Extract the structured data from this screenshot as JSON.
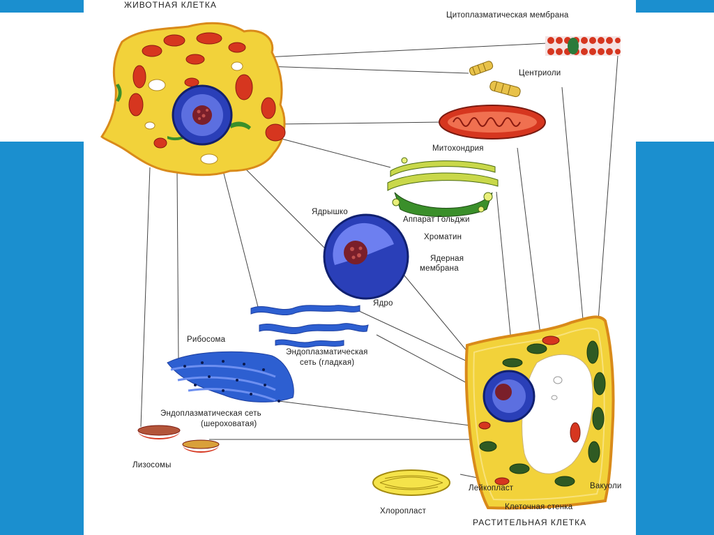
{
  "labels": {
    "animal_cell": "ЖИВОТНАЯ КЛЕТКА",
    "plant_cell": "РАСТИТЕЛЬНАЯ КЛЕТКА",
    "cytoplasmic_membrane": "Цитоплазматическая мембрана",
    "centrioles": "Центриоли",
    "mitochondria": "Митохондрия",
    "golgi": "Аппарат Гольджи",
    "nucleolus": "Ядрышко",
    "chromatin": "Хроматин",
    "nuclear_membrane_1": "Ядерная",
    "nuclear_membrane_2": "мембрана",
    "nucleus": "Ядро",
    "ribosome": "Рибосома",
    "smooth_er_1": "Эндоплазматическая",
    "smooth_er_2": "сеть (гладкая)",
    "rough_er_1": "Эндоплазматическая сеть",
    "rough_er_2": "(шероховатая)",
    "lysosomes": "Лизосомы",
    "chloroplast": "Хлоропласт",
    "leucoplast": "Лейкопласт",
    "vacuoles": "Вакуоли",
    "cell_wall": "Клеточная стенка"
  },
  "colors": {
    "frame_blue": "#1b8fcf",
    "cytoplasm_yellow": "#f2d23a",
    "cell_outline": "#d98a1a",
    "mitochondria_red": "#d6361f",
    "nucleus_blue": "#2a3fb8",
    "nucleolus_maroon": "#7a1f2a",
    "er_blue": "#2d5fd1",
    "golgi_green": "#3a8f2a",
    "chloroplast_green": "#2f5a23"
  }
}
